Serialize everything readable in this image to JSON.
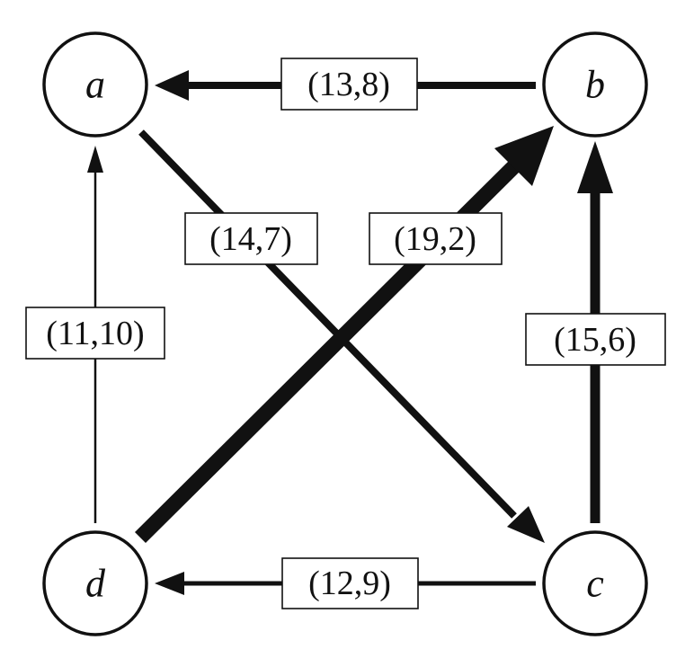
{
  "nodes": [
    {
      "id": "a",
      "label": "a"
    },
    {
      "id": "b",
      "label": "b"
    },
    {
      "id": "c",
      "label": "c"
    },
    {
      "id": "d",
      "label": "d"
    }
  ],
  "edges": [
    {
      "id": "b-a",
      "from": "b",
      "to": "a",
      "label": "(13,8)"
    },
    {
      "id": "a-c",
      "from": "a",
      "to": "c",
      "label": "(14,7)"
    },
    {
      "id": "d-b",
      "from": "d",
      "to": "b",
      "label": "(19,2)"
    },
    {
      "id": "d-a",
      "from": "d",
      "to": "a",
      "label": "(11,10)"
    },
    {
      "id": "c-b",
      "from": "c",
      "to": "b",
      "label": "(15,6)"
    },
    {
      "id": "c-d",
      "from": "c",
      "to": "d",
      "label": "(12,9)"
    }
  ]
}
